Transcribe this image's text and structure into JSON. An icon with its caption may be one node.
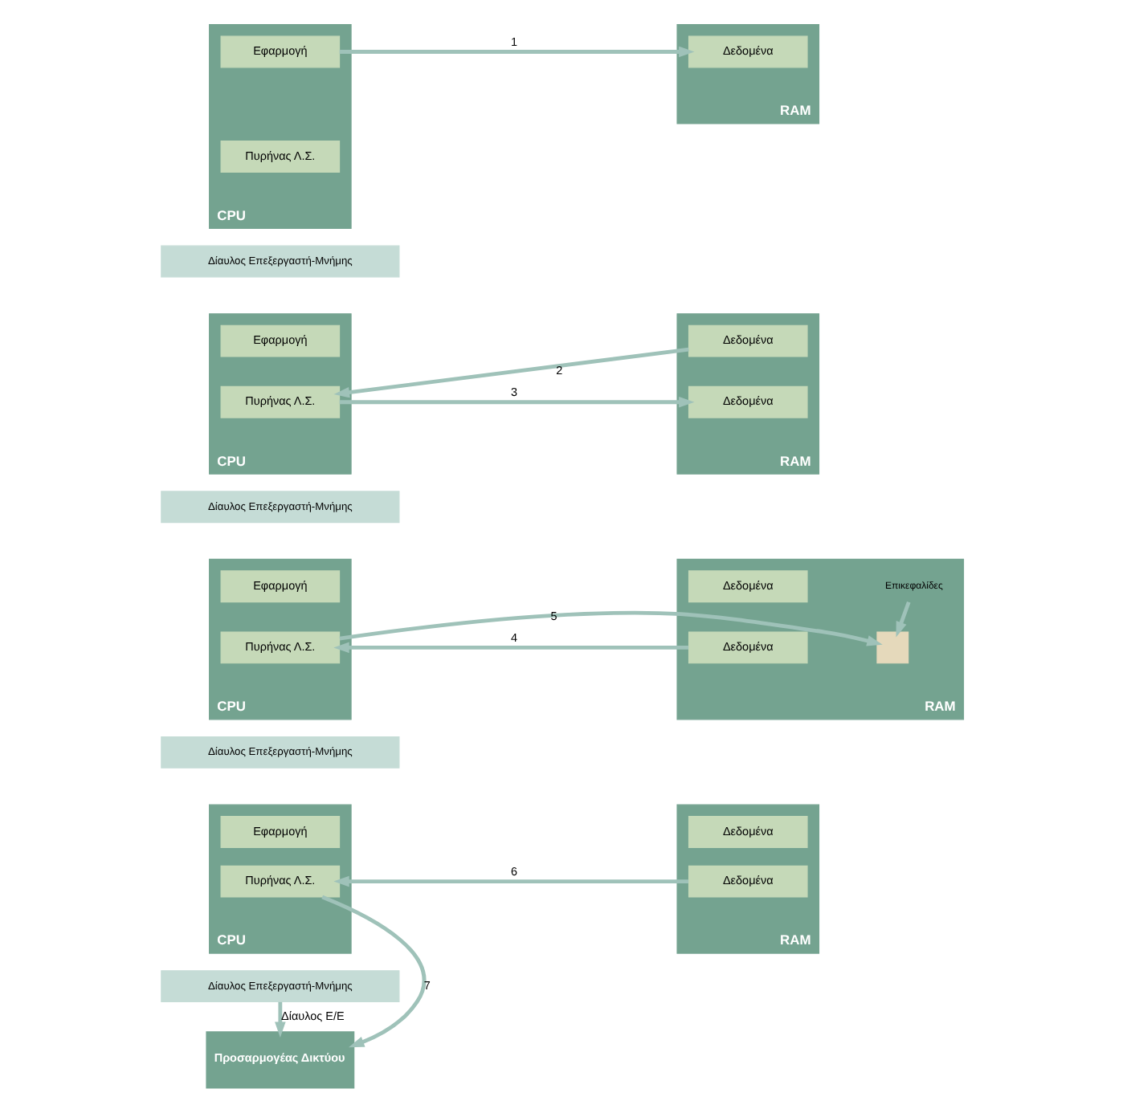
{
  "diagram": {
    "nodes": [
      {
        "text": [
          "CPU"
        ]
      },
      {
        "text": [
          "Εφαρμογή"
        ],
        "in": 0
      },
      {
        "text": [
          "Πυρήνας Λ.Σ."
        ],
        "in": 0
      },
      {
        "text": [
          "RAM"
        ]
      },
      {
        "text": [
          "Δεδομένα"
        ],
        "in": 3
      },
      {
        "text": [
          "Δίαυλος Επεξεργαστή-Μνήμης"
        ]
      },
      {
        "text": [
          "CPU"
        ]
      },
      {
        "text": [
          "Εφαρμογή"
        ],
        "in": 6
      },
      {
        "text": [
          "Πυρήνας Λ.Σ."
        ],
        "in": 6
      },
      {
        "text": [
          "RAM"
        ]
      },
      {
        "text": [
          "Δεδομένα"
        ],
        "in": 9
      },
      {
        "text": [
          "Δεδομένα"
        ],
        "in": 9
      },
      {
        "text": [
          "Δίαυλος Επεξεργαστή-Μνήμης"
        ]
      },
      {
        "text": [
          "CPU"
        ]
      },
      {
        "text": [
          "Εφαρμογή"
        ],
        "in": 13
      },
      {
        "text": [
          "Πυρήνας Λ.Σ."
        ],
        "in": 13
      },
      {
        "text": [
          "RAM"
        ]
      },
      {
        "text": [
          "Δεδομένα"
        ],
        "in": 16
      },
      {
        "text": [
          "Δεδομένα"
        ],
        "in": 16
      },
      {
        "text": [
          "Επικεφαλίδες"
        ],
        "in": 16
      },
      {
        "text": [],
        "shape": "box",
        "in": 16
      },
      {
        "text": [
          "Δίαυλος Επεξεργαστή-Μνήμης"
        ]
      },
      {
        "text": [
          "CPU"
        ]
      },
      {
        "text": [
          "Εφαρμογή"
        ],
        "in": 22
      },
      {
        "text": [
          "Πυρήνας Λ.Σ."
        ],
        "in": 22
      },
      {
        "text": [
          "RAM"
        ]
      },
      {
        "text": [
          "Δεδομένα"
        ],
        "in": 25
      },
      {
        "text": [
          "Δεδομένα"
        ],
        "in": 25
      },
      {
        "text": [
          "Δίαυλος Επεξεργαστή-Μνήμης"
        ]
      },
      {
        "text": [
          "Προσαρμογέας Δικτύου"
        ]
      }
    ],
    "edges": [
      {
        "from": 1,
        "to": 4,
        "arrow": "to",
        "label": "1"
      },
      {
        "from": 10,
        "to": 8,
        "arrow": "to",
        "label": "2"
      },
      {
        "from": 8,
        "to": 11,
        "arrow": "to",
        "label": "3"
      },
      {
        "from": 18,
        "to": 15,
        "arrow": "to",
        "label": "4"
      },
      {
        "from": 15,
        "to": 20,
        "arrow": "to",
        "label": "5"
      },
      {
        "from": 19,
        "to": 20,
        "arrow": "to"
      },
      {
        "from": 27,
        "to": 24,
        "arrow": "to",
        "label": "6"
      },
      {
        "from": 24,
        "to": 29,
        "arrow": "to",
        "label": "7"
      },
      {
        "from": 28,
        "to": 29,
        "arrow": "to",
        "label": "Δίαυλος Ε/Ε"
      }
    ]
  }
}
